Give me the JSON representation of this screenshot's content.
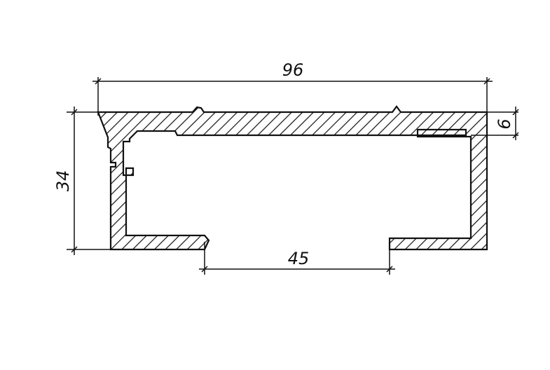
{
  "drawing": {
    "colors": {
      "line": "#111111",
      "background": "#ffffff"
    },
    "dimensions": {
      "overall_width": "96",
      "overall_height": "34",
      "top_wall_thickness": "6",
      "opening_width": "45"
    }
  }
}
